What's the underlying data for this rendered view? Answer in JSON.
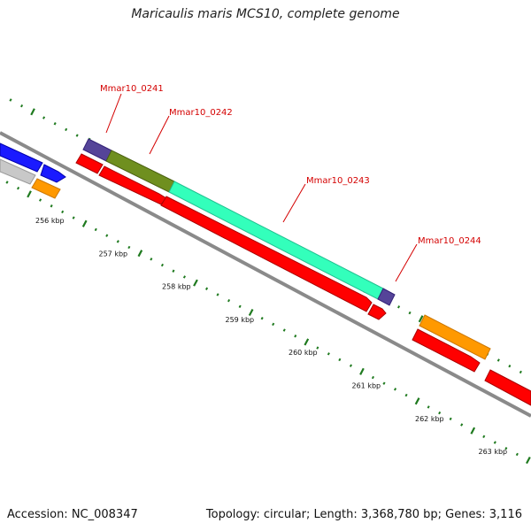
{
  "title": "Maricaulis maris MCS10, complete genome",
  "footer": {
    "accession": "Accession: NC_008347",
    "summary": "Topology: circular; Length: 3,368,780 bp; Genes: 3,116"
  },
  "scale": {
    "ticks_kbp": [
      256,
      257,
      258,
      259,
      260,
      261,
      262,
      263
    ],
    "tick_labels": [
      "256 kbp",
      "257 kbp",
      "258 kbp",
      "259 kbp",
      "260 kbp",
      "261 kbp",
      "262 kbp",
      "263 kbp"
    ]
  },
  "gene_labels": [
    "Mmar10_0241",
    "Mmar10_0242",
    "Mmar10_0243",
    "Mmar10_0244"
  ],
  "colors": {
    "backbone": "#8a8a8a",
    "tick": "#1f7a1f",
    "label": "#d40000",
    "cds": "#ff0000",
    "blue": "#1a1aff",
    "gray": "#c8c8c8",
    "orange": "#ff9900",
    "purple": "#554499",
    "olive": "#6f8f1f",
    "teal": "#33ffbb"
  }
}
